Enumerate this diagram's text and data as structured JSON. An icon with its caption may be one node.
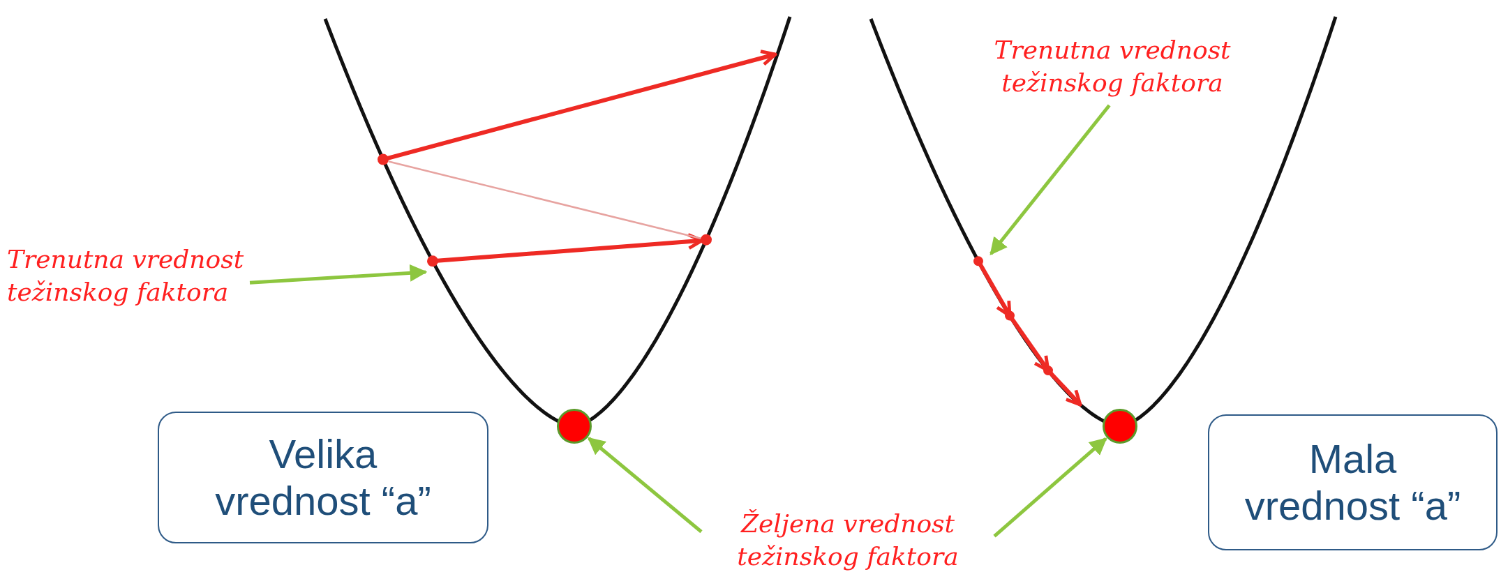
{
  "diagram": {
    "nodes": [
      {
        "text": [
          "Trenutna vrednost težinskog faktora"
        ]
      },
      {
        "text": [
          "Trenutna vrednost težinskog faktora"
        ]
      },
      {
        "text": [],
        "shape": "circle"
      },
      {
        "text": [
          "Velika vrednost “a”"
        ]
      },
      {
        "text": [],
        "shape": "circle"
      },
      {
        "text": [
          "Željena vrednost težinskog faktora"
        ]
      },
      {
        "text": [
          "Mala vrednost “a”"
        ]
      }
    ],
    "edges": [
      {
        "from": 0,
        "to": null,
        "arrow": "to"
      },
      {
        "from": 1,
        "to": null,
        "arrow": "to"
      },
      {
        "from": 5,
        "to": 2,
        "arrow": "to"
      },
      {
        "from": 5,
        "to": 4,
        "arrow": "to"
      }
    ]
  }
}
